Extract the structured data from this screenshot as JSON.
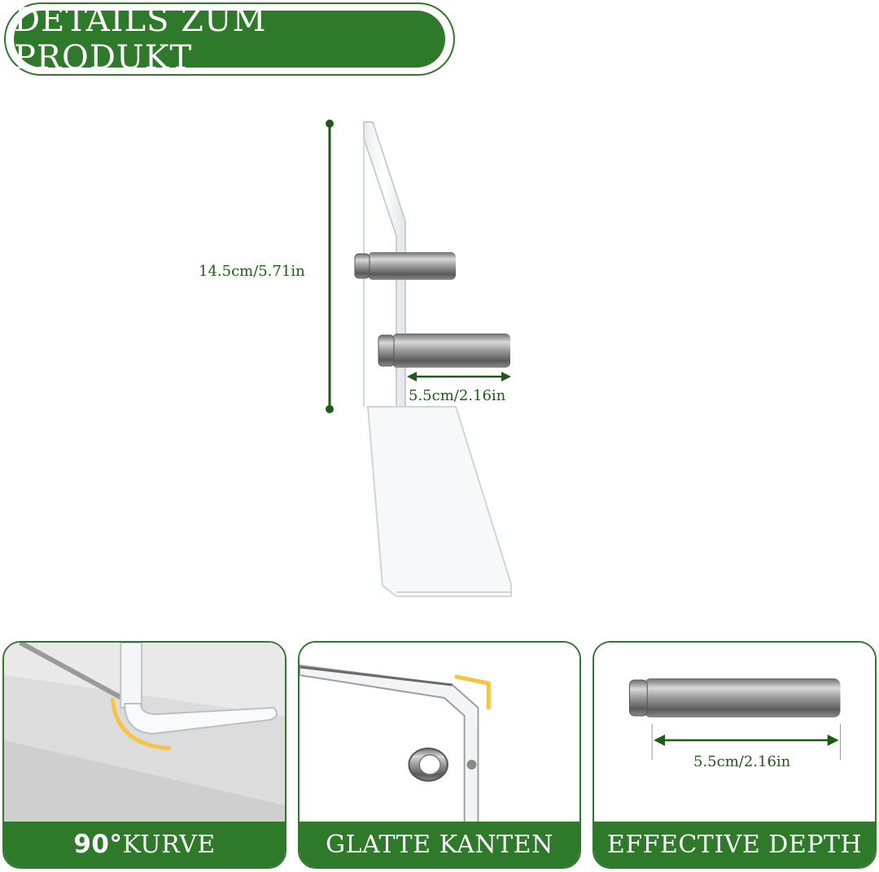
{
  "header": {
    "title": "DETAILS ZUM PRODUKT"
  },
  "dimensions": {
    "height": "14.5cm/5.71in",
    "rod_depth": "5.5cm/2.16in"
  },
  "cards": [
    {
      "caption_number": "90°",
      "caption_text": "KURVE"
    },
    {
      "caption": "GLATTE KANTEN"
    },
    {
      "caption": "EFFECTIVE DEPTH",
      "dimension": "5.5cm/2.16in"
    }
  ],
  "colors": {
    "brand_green": "#2f7a2a",
    "dimension_green": "#1f5a17",
    "highlight_yellow": "#f5c542"
  }
}
